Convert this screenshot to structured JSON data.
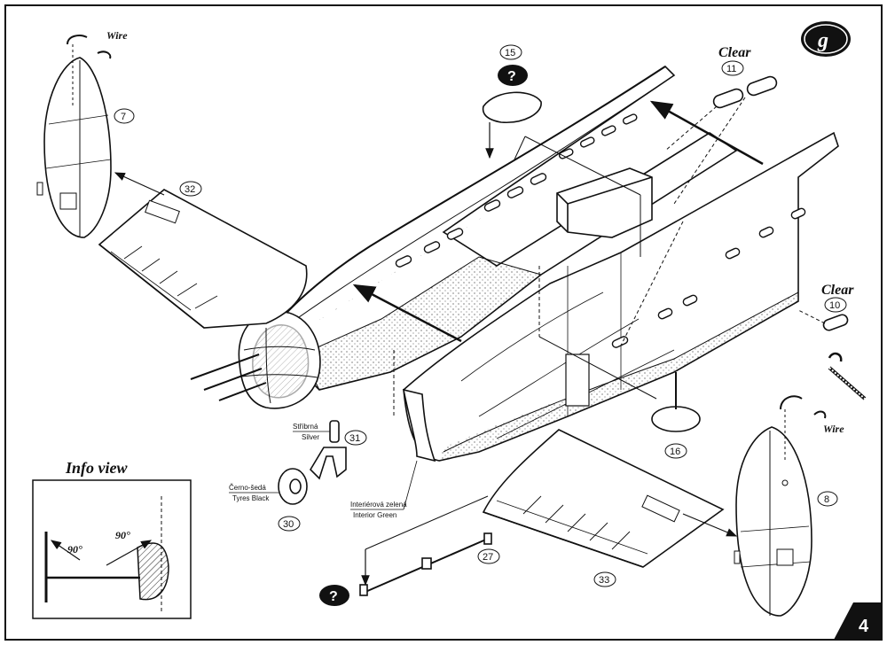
{
  "sheet": {
    "step_letter": "g",
    "page_number": "4",
    "accent_color": "#111111"
  },
  "labels": {
    "wire_top": "Wire",
    "wire_bottom": "Wire",
    "clear_top": "Clear",
    "clear_right": "Clear",
    "silver_cz": "Stříbrná",
    "silver_en": "Silver",
    "tyres_cz": "Černo-šedá",
    "tyres_en": "Tyres Black",
    "interior_cz": "Interiérová zelená",
    "interior_en": "Interior Green",
    "info_view_title": "Info view",
    "angle_left": "90°",
    "angle_right": "90°",
    "unknown_mark_top": "?",
    "unknown_mark_bottom": "?"
  },
  "callouts": [
    {
      "id": "part-7",
      "number": "7"
    },
    {
      "id": "part-8",
      "number": "8"
    },
    {
      "id": "part-10",
      "number": "10"
    },
    {
      "id": "part-11",
      "number": "11"
    },
    {
      "id": "part-15",
      "number": "15"
    },
    {
      "id": "part-16",
      "number": "16"
    },
    {
      "id": "part-27",
      "number": "27"
    },
    {
      "id": "part-30",
      "number": "30"
    },
    {
      "id": "part-31",
      "number": "31"
    },
    {
      "id": "part-32",
      "number": "32"
    },
    {
      "id": "part-33",
      "number": "33"
    }
  ]
}
